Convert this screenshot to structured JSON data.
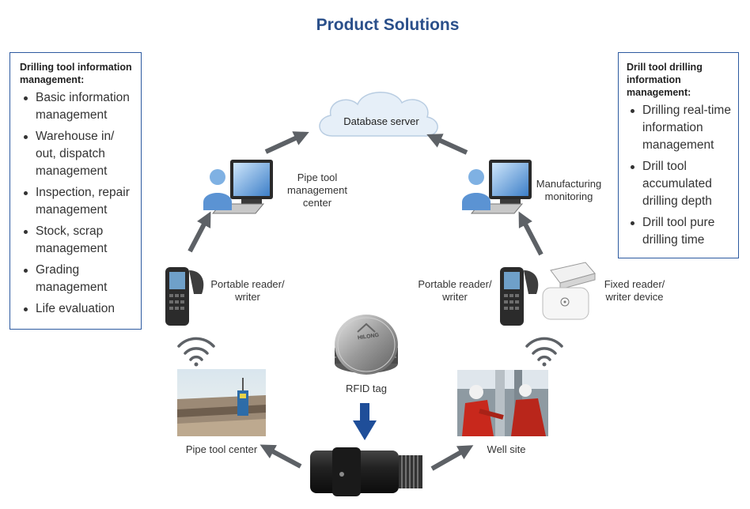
{
  "title": "Product Solutions",
  "left_panel": {
    "heading": "Drilling tool information management:",
    "items": [
      "Basic information management",
      "Warehouse in/ out, dispatch management",
      "Inspection, repair management",
      "Stock, scrap management",
      "Grading management",
      "Life evaluation"
    ]
  },
  "right_panel": {
    "heading": "Drill tool drilling information management:",
    "items": [
      "Drilling real-time information management",
      "Drill tool accumulated drilling depth",
      "Drill tool pure drilling time"
    ]
  },
  "nodes": {
    "database": "Database server",
    "pipe_center_mgmt": "Pipe tool management center",
    "manufacturing": "Manufacturing monitoring",
    "reader_left": "Portable reader/ writer",
    "reader_right": "Portable reader/ writer",
    "fixed_reader": "Fixed reader/ writer device",
    "rfid_tag": "RFID tag",
    "tag_logo": "HILONG",
    "pipe_site": "Pipe tool center",
    "well_site": "Well site"
  },
  "colors": {
    "title": "#2a4f8a",
    "panel_border": "#2d5aa0",
    "arrow_gray": "#5d6166",
    "arrow_blue": "#1f4e99"
  }
}
